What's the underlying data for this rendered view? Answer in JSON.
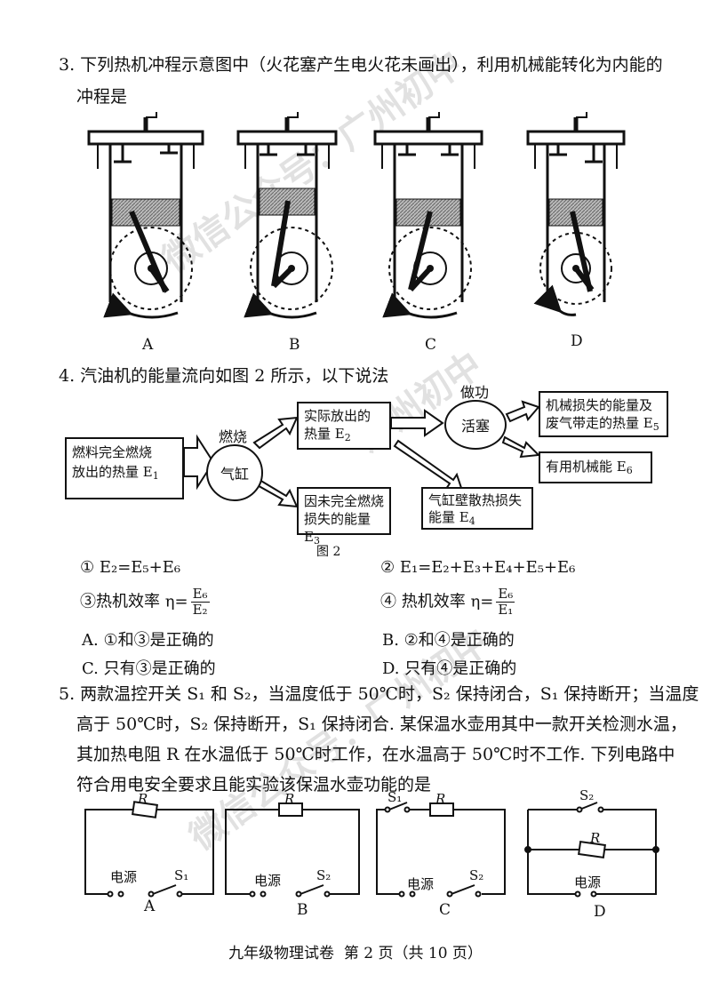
{
  "q3": {
    "line1": "3. 下列热机冲程示意图中（火花塞产生电火花未画出），利用机械能转化为内能的",
    "line2": "冲程是",
    "labels": [
      "A",
      "B",
      "C",
      "D"
    ]
  },
  "q4": {
    "stem": "4. 汽油机的能量流向如图 2 所示，以下说法",
    "fig": {
      "burn": "燃烧",
      "work": "做功",
      "fuel_line1": "燃料完全燃烧",
      "fuel_line2": "放出的热量 E",
      "fuel_sub": "1",
      "cylinder": "气缸",
      "actual_line1": "实际放出的",
      "actual_line2": "热量 E",
      "actual_sub": "2",
      "incomplete_line1": "因未完全燃烧",
      "incomplete_line2": "损失的能量 E",
      "incomplete_sub": "3",
      "wall_line1": "气缸壁散热损失",
      "wall_line2": "能量 E",
      "wall_sub": "4",
      "piston": "活塞",
      "mech_line1": "机械损失的能量及",
      "mech_line2": "废气带走的热量 E",
      "mech_sub": "5",
      "useful": "有用机械能 E",
      "useful_sub": "6",
      "caption": "图 2"
    },
    "s1": "① E₂=E₅+E₆",
    "s2": "② E₁=E₂+E₃+E₄+E₅+E₆",
    "s3_prefix": "③热机效率 η=",
    "s3_num": "E₆",
    "s3_den": "E₂",
    "s4_prefix": "④ 热机效率 η=",
    "s4_num": "E₆",
    "s4_den": "E₁",
    "optA": "A. ①和③是正确的",
    "optB": "B. ②和④是正确的",
    "optC": "C. 只有③是正确的",
    "optD": "D. 只有④是正确的"
  },
  "q5": {
    "line1": "5. 两款温控开关 S₁ 和 S₂，当温度低于 50℃时，S₂ 保持闭合，S₁ 保持断开；当温度",
    "line2": "高于 50℃时，S₂ 保持断开，S₁ 保持闭合. 某保温水壶用其中一款开关检测水温，",
    "line3": "其加热电阻 R 在水温低于 50℃时工作，在水温高于 50℃时不工作. 下列电路中",
    "line4": "符合用电安全要求且能实验该保温水壶功能的是",
    "circuits": {
      "R": "R",
      "power": "电源",
      "S1": "S₁",
      "S2": "S₂"
    },
    "labels": [
      "A",
      "B",
      "C",
      "D"
    ]
  },
  "footer": "九年级物理试卷  第 2 页（共 10 页）",
  "watermark": [
    "微信公众号：广州初中",
    "广州初中",
    "微信公众号：广州初中"
  ]
}
